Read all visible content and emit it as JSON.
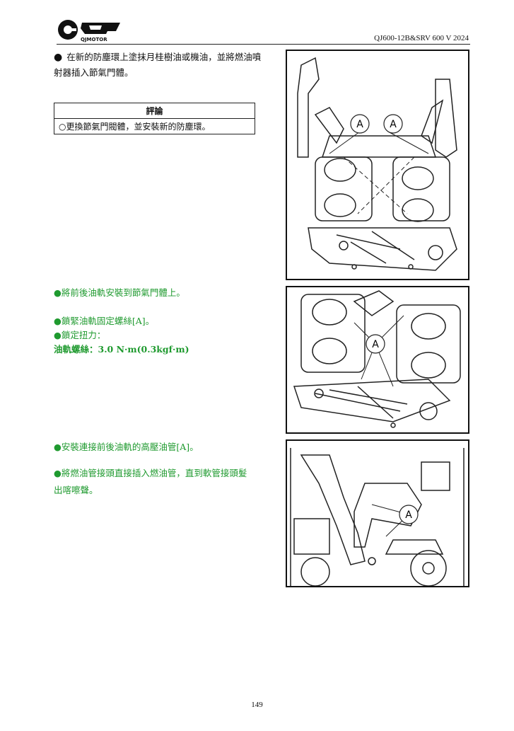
{
  "header": {
    "logo_text": "QJMOTOR",
    "model": "QJ600-12B&SRV 600 V 2024"
  },
  "intro_step": {
    "text": "在新的防塵環上塗抹月桂樹油或機油，並將燃油噴射器插入節氣門體。"
  },
  "comment_box": {
    "title": "評論",
    "body": "○更換節氣門閥體，並安裝新的防塵環。"
  },
  "steps": {
    "install_rail": "●將前後油軌安裝到節氣門體上。",
    "tighten_bolts": "●鎖緊油軌固定螺絲[A]。",
    "torque_label": "●鎖定扭力：",
    "torque_value": "油軌螺絲：3.0 N·m(0.3kgf·m)",
    "connect_pipe": "●安裝連接前後油軌的高壓油管[A]。",
    "insert_hose_line1": "●將燃油管接頭直接插入燃油管，直到軟管接頭髮",
    "insert_hose_line2": "出喀嚓聲。"
  },
  "figures": {
    "fig1_labels": [
      "A",
      "A"
    ],
    "fig2_label": "A",
    "fig3_label": "A"
  },
  "footer": {
    "page_number": "149"
  },
  "colors": {
    "step_green": "#1f9a2f"
  }
}
